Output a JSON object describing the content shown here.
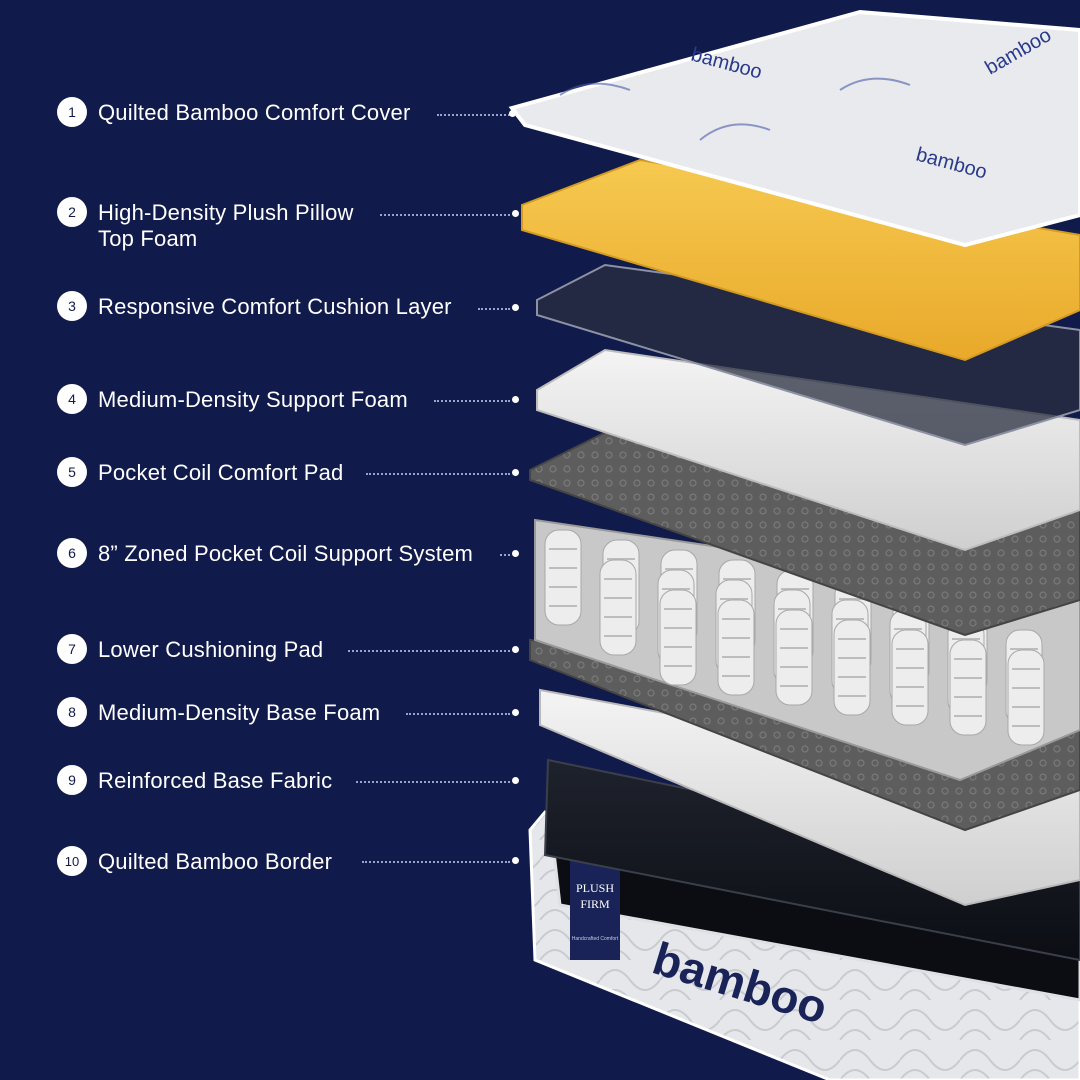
{
  "layers": [
    {
      "number": "1",
      "label": "Quilted Bamboo Comfort Cover"
    },
    {
      "number": "2",
      "label": "High-Density Plush Pillow\nTop Foam"
    },
    {
      "number": "3",
      "label": "Responsive Comfort Cushion Layer"
    },
    {
      "number": "4",
      "label": "Medium-Density Support Foam"
    },
    {
      "number": "5",
      "label": "Pocket Coil Comfort Pad"
    },
    {
      "number": "6",
      "label": "8” Zoned Pocket Coil Support System"
    },
    {
      "number": "7",
      "label": "Lower Cushioning Pad"
    },
    {
      "number": "8",
      "label": "Medium-Density Base Foam"
    },
    {
      "number": "9",
      "label": "Reinforced Base Fabric"
    },
    {
      "number": "10",
      "label": "Quilted Bamboo Border"
    }
  ],
  "cover_print": "bamboo",
  "border_print": "bamboo",
  "tag": {
    "line1": "PLUSH",
    "line2": "FIRM",
    "small": "Handcrafted Comfort"
  },
  "colors": {
    "background": "#111b4b",
    "foam_gold": "#f1b93a",
    "label_text": "#ffffff"
  }
}
